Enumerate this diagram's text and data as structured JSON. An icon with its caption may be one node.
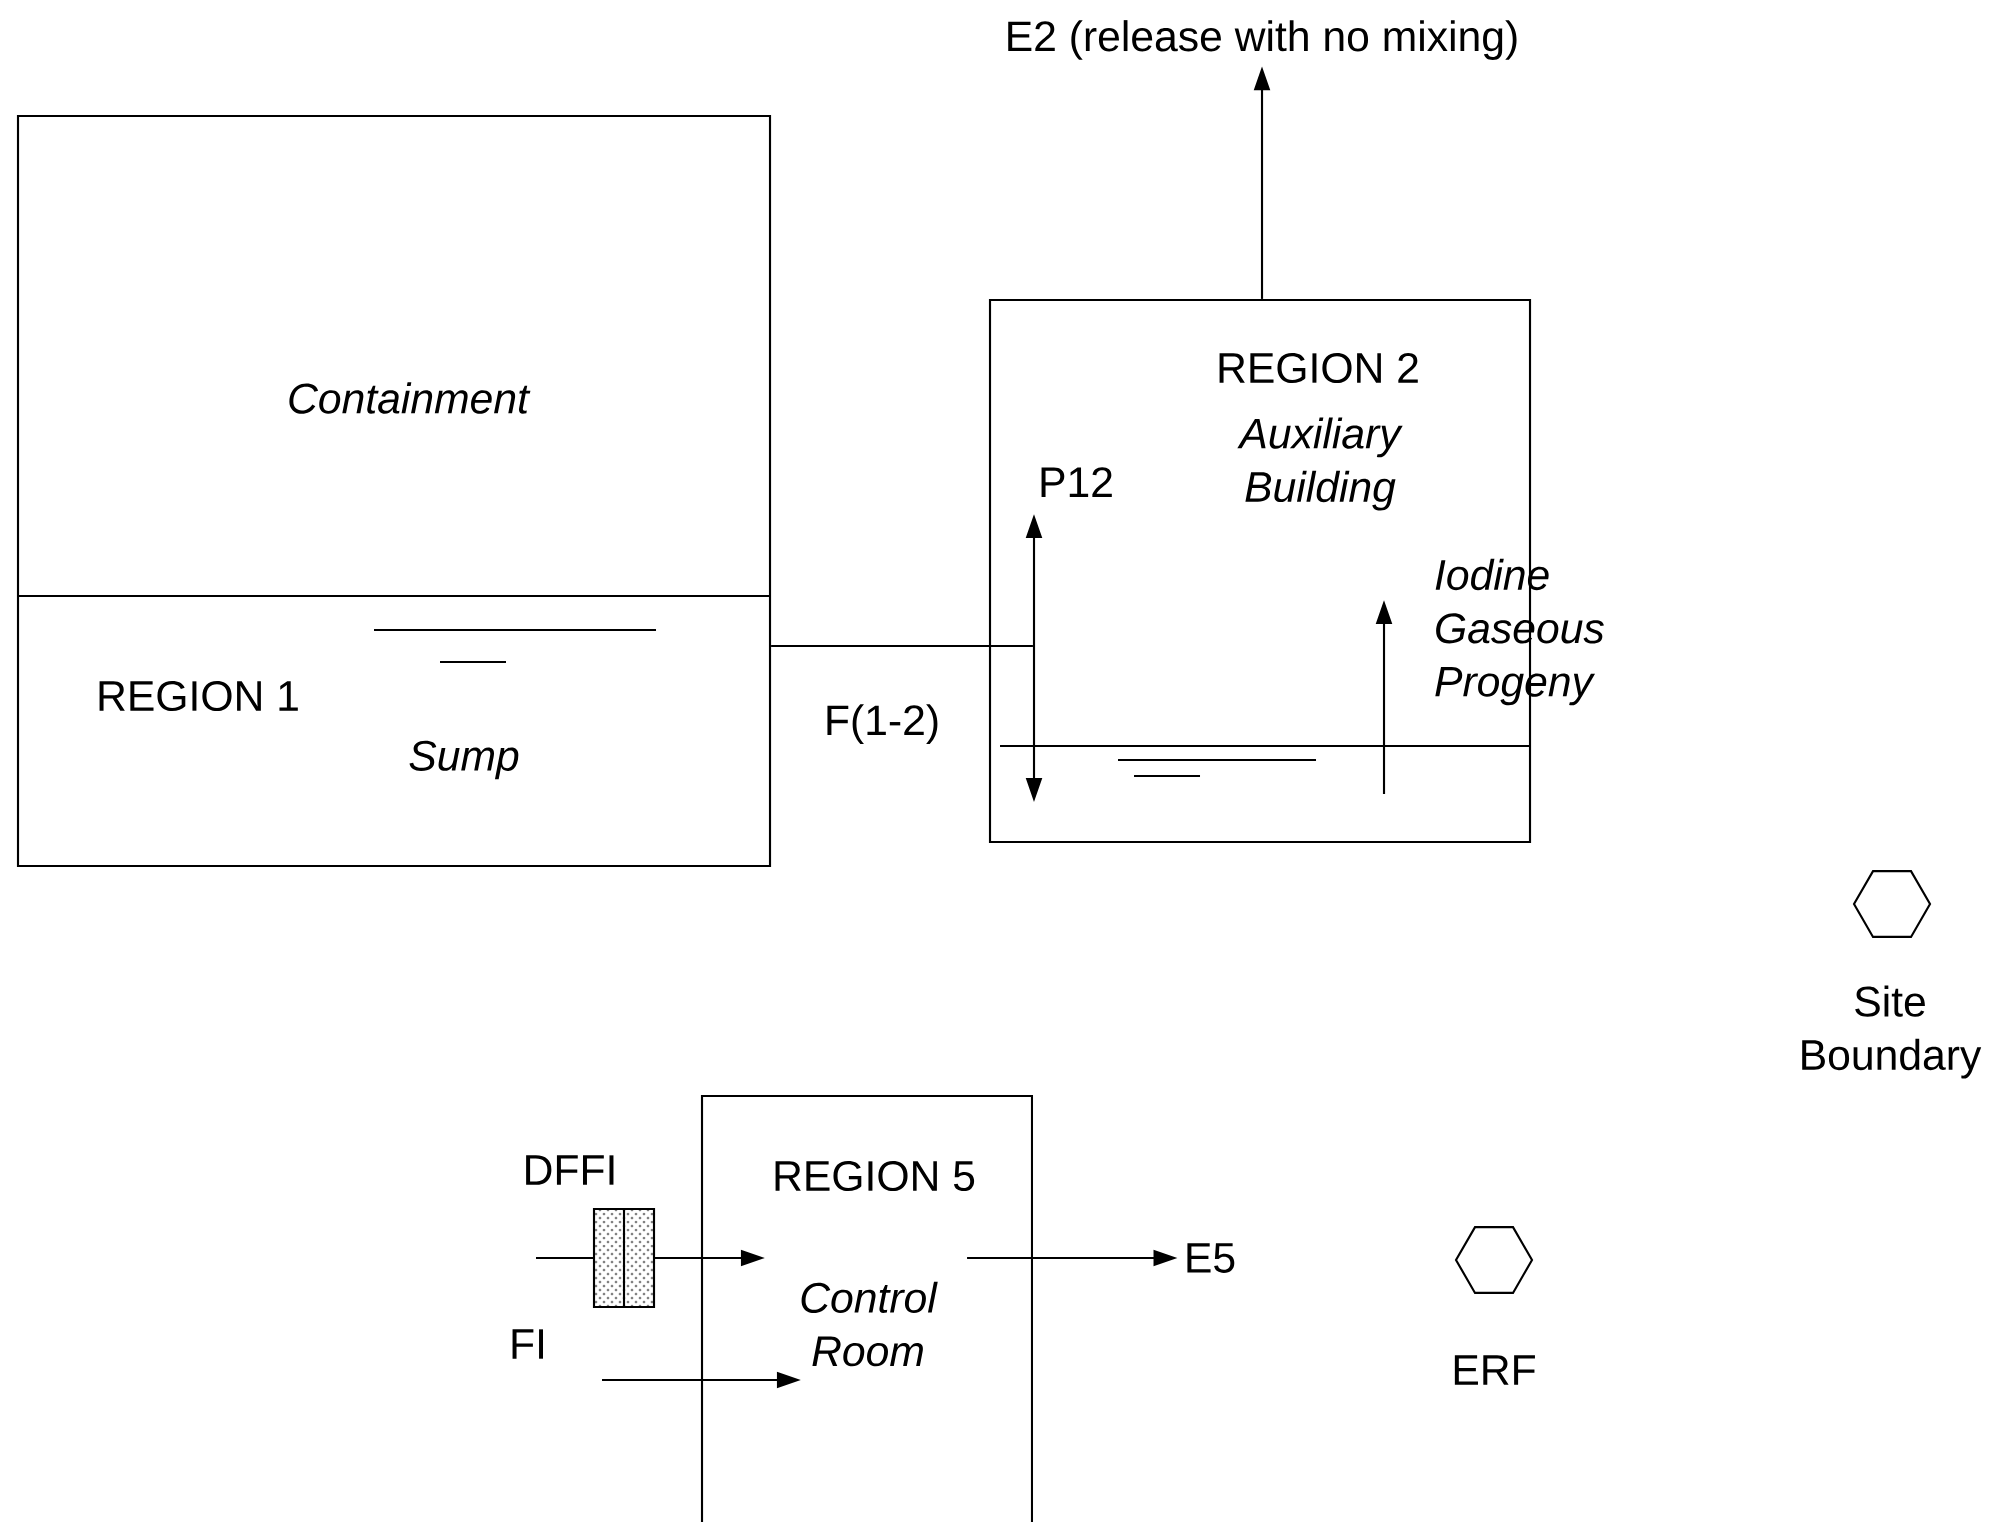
{
  "diagram": {
    "nodes": [
      {
        "text": [
          "Containment",
          "REGION 1",
          "Sump"
        ]
      },
      {
        "text": [
          "REGION 2",
          "Auxiliary Building"
        ]
      },
      {
        "text": [
          "E2 (release with no mixing)"
        ]
      },
      {
        "text": [
          "REGION 5",
          "Control Room"
        ]
      },
      {
        "text": [
          "E5"
        ]
      },
      {
        "text": [],
        "shape": "hexagon",
        "beside": [
          "Site Boundary"
        ]
      },
      {
        "text": [],
        "shape": "hexagon",
        "beside": [
          "ERF"
        ]
      }
    ],
    "edges": [
      {
        "from": 0,
        "to": 1,
        "arrow": "none",
        "label": "F(1-2)"
      },
      {
        "from": 1,
        "to": 2,
        "arrow": "to"
      },
      {
        "from": 3,
        "to": 4,
        "arrow": "to"
      },
      {
        "from": null,
        "to": 3,
        "arrow": "to",
        "label": "DFFI"
      },
      {
        "from": null,
        "to": 3,
        "arrow": "to",
        "label": "FI"
      }
    ],
    "labels": [
      "P12",
      "Iodine Gaseous Progeny"
    ]
  }
}
